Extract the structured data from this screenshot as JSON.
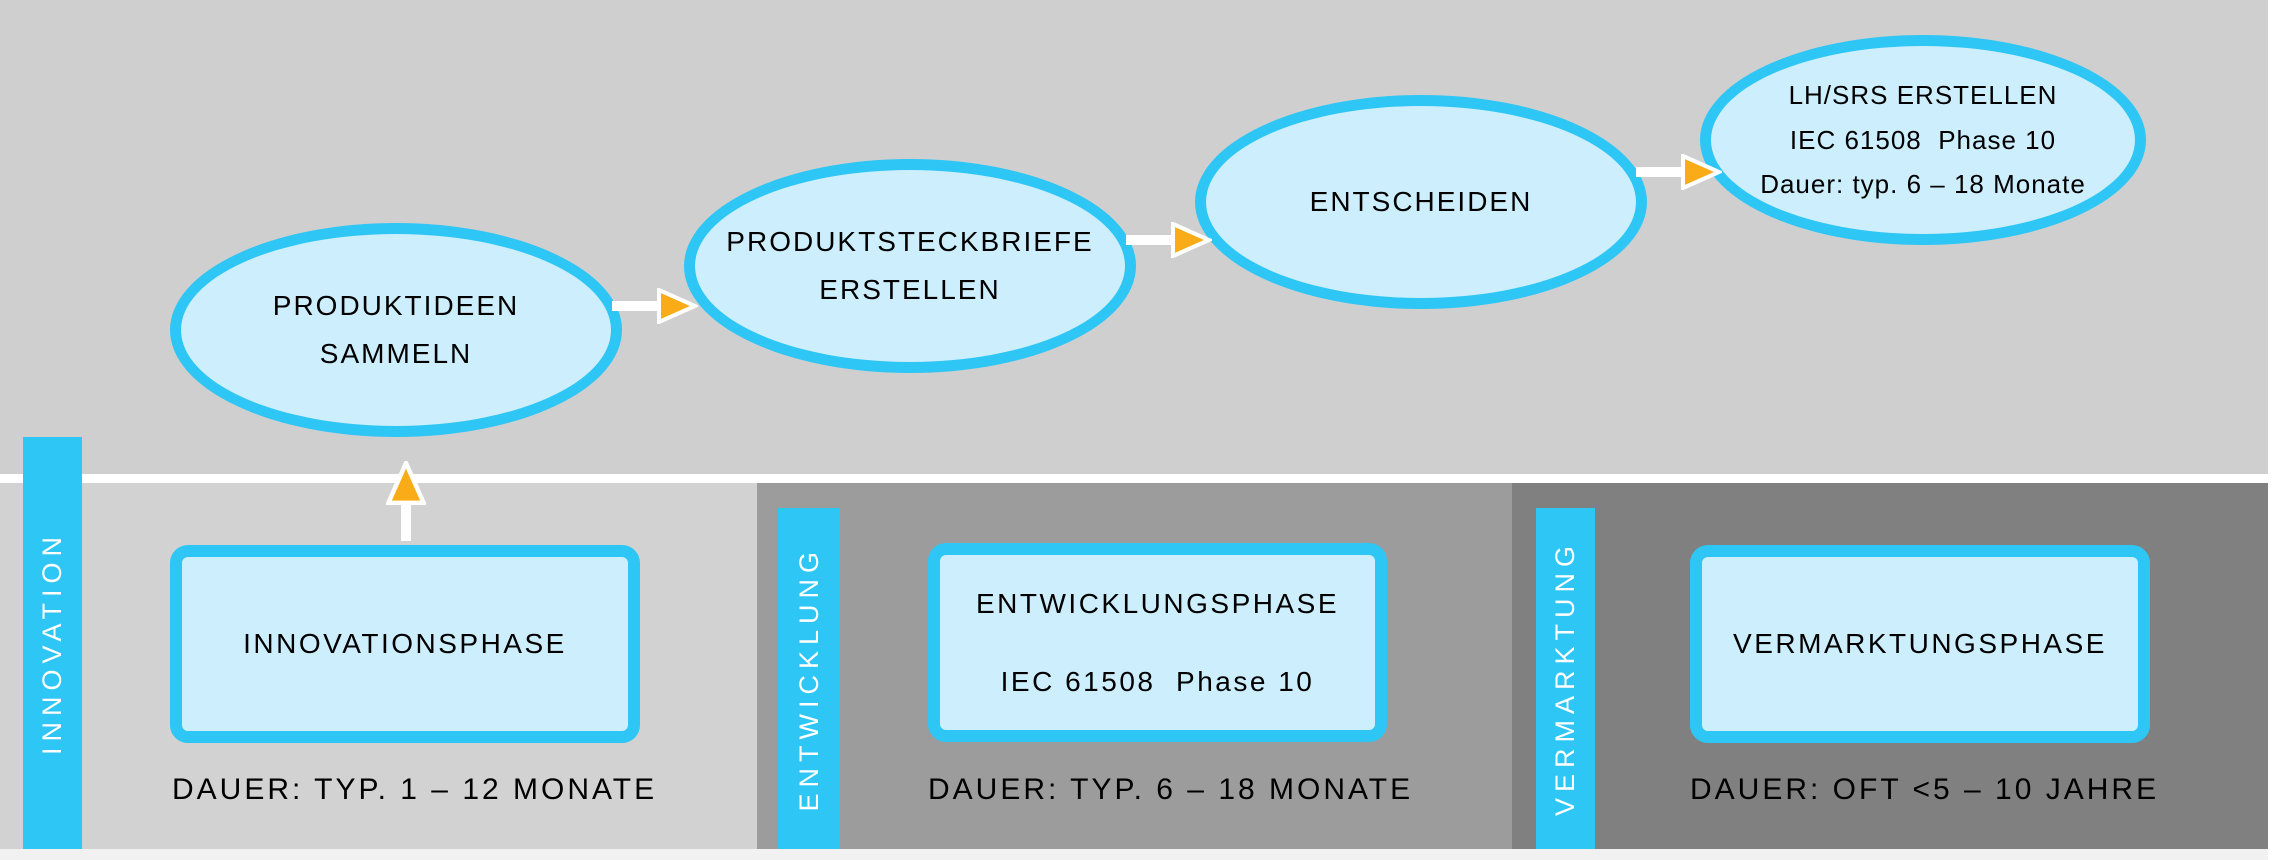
{
  "colors": {
    "top_bg": "#CFCFCF",
    "band1": "#D2D2D2",
    "band2": "#9C9C9C",
    "band3": "#808080",
    "cyan": "#2EC6F5",
    "light_blue": "#CDEEFC",
    "orange": "#F9AC18",
    "white": "#FFFFFF",
    "bottom_strip": "#F1F1F1",
    "text": "#000000",
    "bar_text": "#FFFFFF"
  },
  "flow_steps": [
    {
      "lines": [
        "PRODUKTIDEEN",
        "SAMMELN"
      ]
    },
    {
      "lines": [
        "PRODUKTSTECKBRIEFE",
        "ERSTELLEN"
      ]
    },
    {
      "lines": [
        "ENTSCHEIDEN"
      ]
    },
    {
      "lines": [
        "LH/SRS ERSTELLEN",
        "IEC 61508  Phase 10",
        "Dauer: typ. 6 – 18 Monate"
      ]
    }
  ],
  "phases": [
    {
      "band_label": "INNOVATION",
      "box_lines": [
        "INNOVATIONSPHASE"
      ],
      "duration": "DAUER: TYP. 1 – 12 MONATE"
    },
    {
      "band_label": "ENTWICKLUNG",
      "box_lines": [
        "ENTWICKLUNGSPHASE",
        "IEC 61508  Phase 10"
      ],
      "duration": "DAUER: TYP. 6 – 18 MONATE"
    },
    {
      "band_label": "VERMARKTUNG",
      "box_lines": [
        "VERMARKTUNGSPHASE"
      ],
      "duration": "DAUER: OFT <5 – 10 JAHRE"
    }
  ]
}
